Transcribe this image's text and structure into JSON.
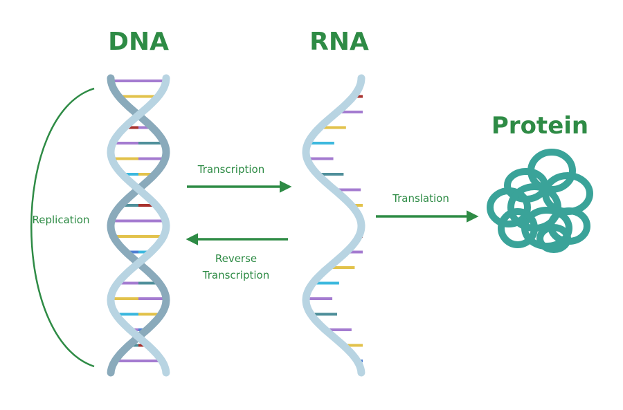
{
  "titles": {
    "dna": "DNA",
    "rna": "RNA",
    "protein": "Protein"
  },
  "processes": {
    "replication": "Replication",
    "transcription": "Transcription",
    "reverse_line1": "Reverse",
    "reverse_line2": "Transcription",
    "translation": "Translation"
  },
  "colors": {
    "title_green": "#2e8b45",
    "arrow_green": "#2e8b45",
    "backbone_blue": "#b8d4e2",
    "backbone_shadow": "#8aaabb",
    "protein_teal": "#3aa399",
    "base_purple": "#a47bd0",
    "base_yellow": "#e2c24b",
    "base_blue": "#4f7fd3",
    "base_red": "#a8322e",
    "base_cyan": "#3cb8de",
    "base_teal": "#4f8f9a"
  },
  "icons": {
    "dna": "double-helix-icon",
    "rna": "single-strand-icon",
    "protein": "folded-protein-icon"
  }
}
